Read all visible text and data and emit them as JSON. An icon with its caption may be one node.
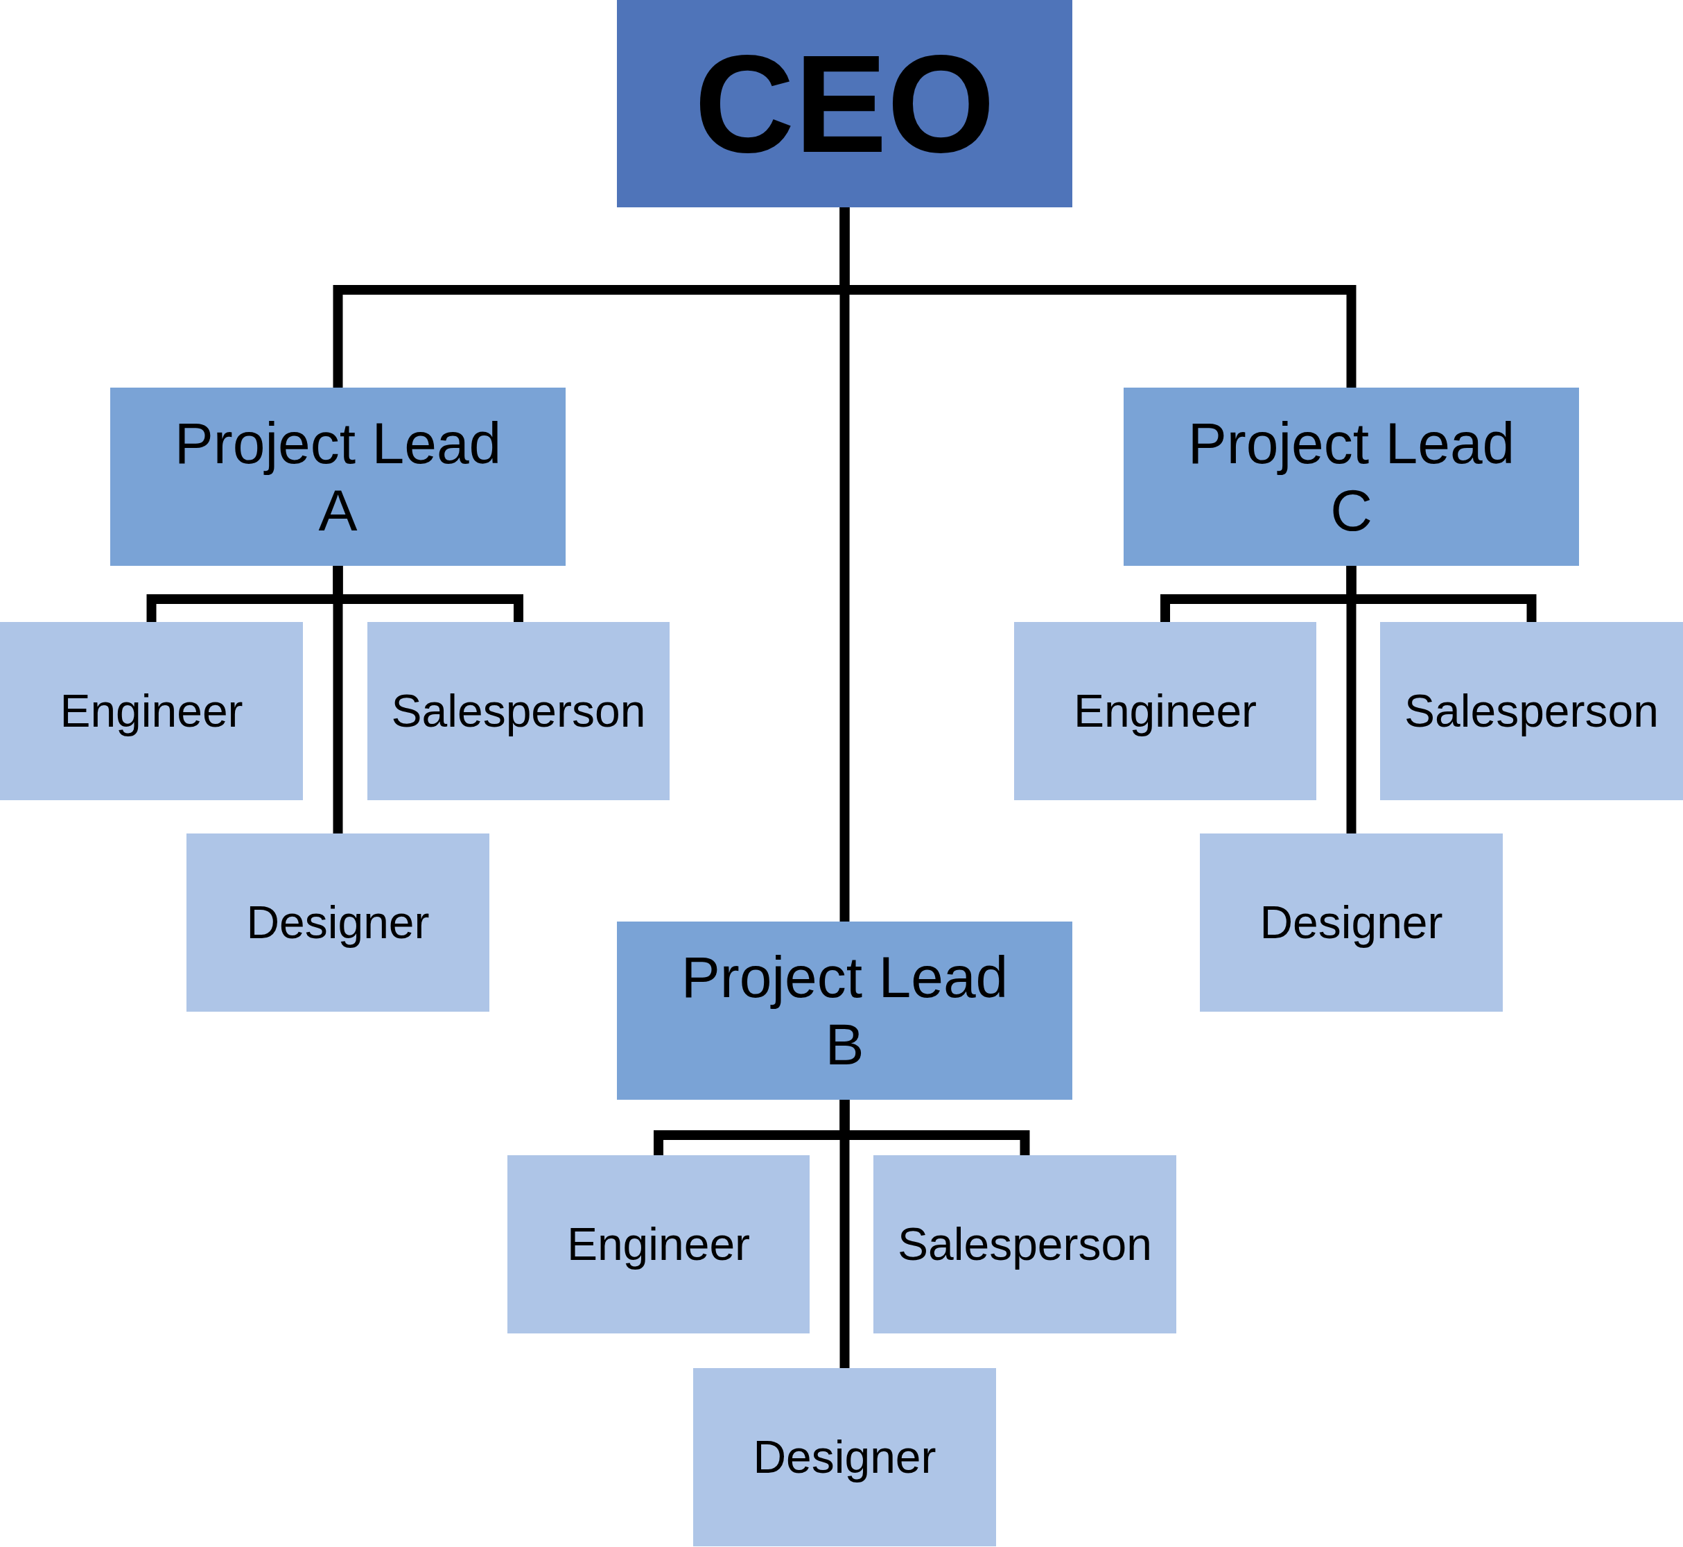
{
  "diagram": {
    "nodes": [
      {
        "text": [
          "CEO"
        ]
      },
      {
        "text": [
          "Project Lead A"
        ]
      },
      {
        "text": [
          "Project Lead C"
        ]
      },
      {
        "text": [
          "Engineer"
        ]
      },
      {
        "text": [
          "Salesperson"
        ]
      },
      {
        "text": [
          "Engineer"
        ]
      },
      {
        "text": [
          "Salesperson"
        ]
      },
      {
        "text": [
          "Designer"
        ]
      },
      {
        "text": [
          "Designer"
        ]
      },
      {
        "text": [
          "Project Lead B"
        ]
      },
      {
        "text": [
          "Engineer"
        ]
      },
      {
        "text": [
          "Salesperson"
        ]
      },
      {
        "text": [
          "Designer"
        ]
      }
    ],
    "edges": [
      {
        "from": 0,
        "to": 1,
        "arrow": "none"
      },
      {
        "from": 0,
        "to": 2,
        "arrow": "none"
      },
      {
        "from": 0,
        "to": 9,
        "arrow": "none"
      },
      {
        "from": 1,
        "to": 3,
        "arrow": "none"
      },
      {
        "from": 1,
        "to": 4,
        "arrow": "none"
      },
      {
        "from": 1,
        "to": 7,
        "arrow": "none"
      },
      {
        "from": 2,
        "to": 5,
        "arrow": "none"
      },
      {
        "from": 2,
        "to": 6,
        "arrow": "none"
      },
      {
        "from": 2,
        "to": 8,
        "arrow": "none"
      },
      {
        "from": 9,
        "to": 10,
        "arrow": "none"
      },
      {
        "from": 9,
        "to": 11,
        "arrow": "none"
      },
      {
        "from": 9,
        "to": 12,
        "arrow": "none"
      }
    ]
  }
}
